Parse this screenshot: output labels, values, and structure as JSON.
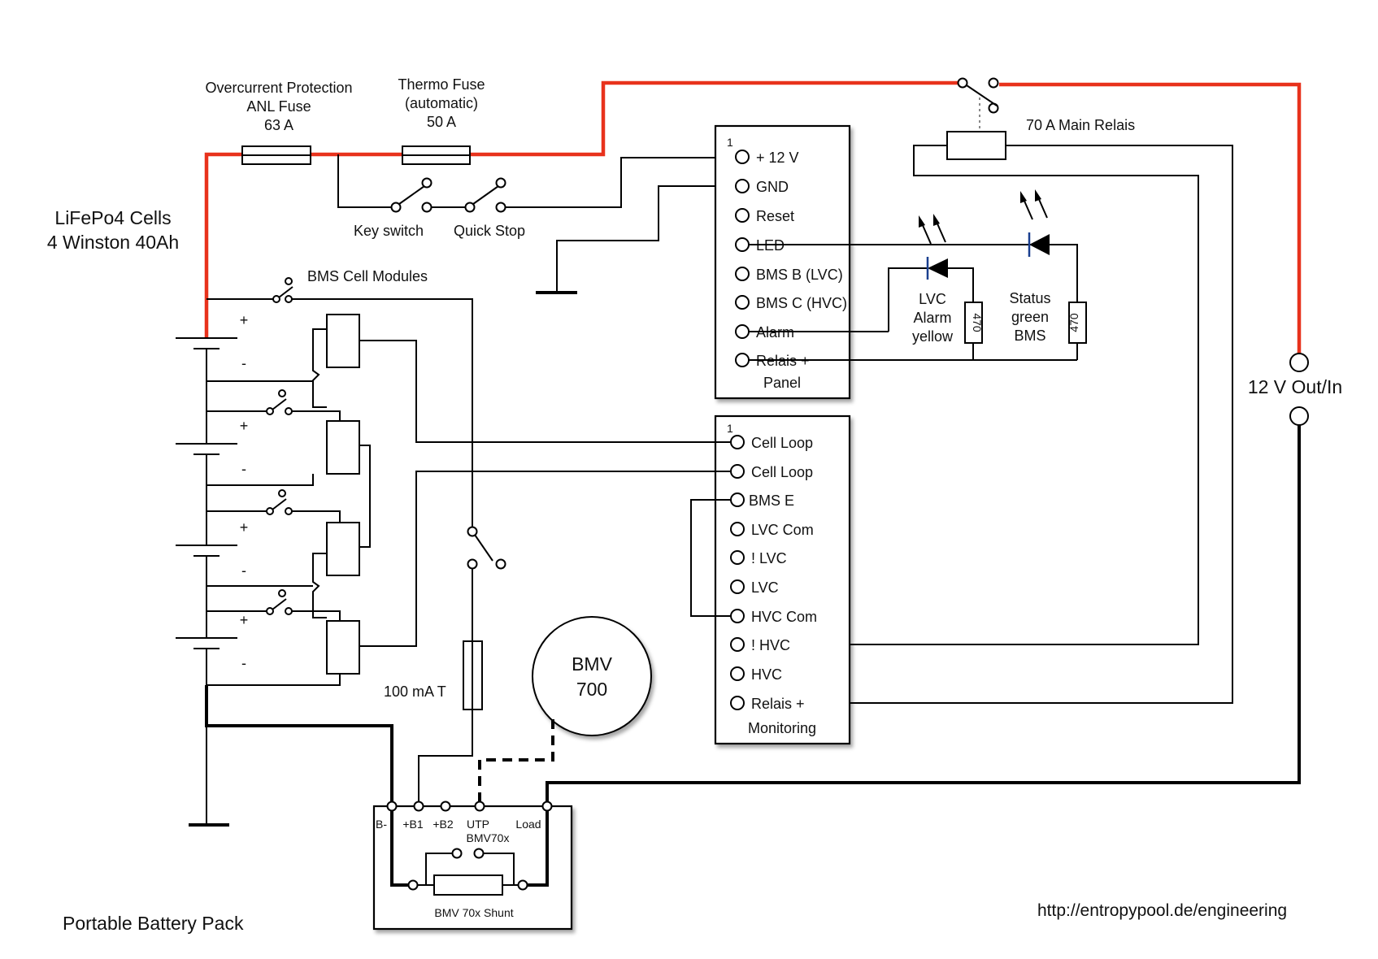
{
  "labels": {
    "battery_title_1": "LiFePo4 Cells",
    "battery_title_2": "4 Winston 40Ah",
    "anl_1": "Overcurrent Protection",
    "anl_2": "ANL Fuse",
    "anl_3": "63 A",
    "thermo_1": "Thermo Fuse",
    "thermo_2": "(automatic)",
    "thermo_3": "50 A",
    "key_switch": "Key switch",
    "quick_stop": "Quick Stop",
    "main_relais": "70 A Main Relais",
    "bms_cells": "BMS Cell Modules",
    "fuse_100ma": "100 mA T",
    "bmv_1": "BMV",
    "bmv_2": "700",
    "output": "12 V Out/In",
    "footer_left": "Portable Battery Pack",
    "footer_url": "http://entropypool.de/engineering",
    "lvc_led_1": "LVC",
    "lvc_led_2": "Alarm",
    "lvc_led_3": "yellow",
    "status_led_1": "Status",
    "status_led_2": "green",
    "status_led_3": "BMS",
    "resistor_value": "470",
    "plus": "+",
    "minus": "-"
  },
  "panel": {
    "pin_one": "1",
    "title": "Panel",
    "terminals": [
      "+ 12 V",
      "GND",
      "Reset",
      "LED",
      "BMS B (LVC)",
      "BMS C (HVC)",
      "Alarm",
      "Relais +"
    ]
  },
  "monitoring": {
    "pin_one": "1",
    "title": "Monitoring",
    "terminals": [
      "Cell Loop",
      "Cell Loop",
      "BMS E",
      "LVC Com",
      "! LVC",
      "LVC",
      "HVC Com",
      "! HVC",
      "HVC",
      "Relais +"
    ]
  },
  "shunt": {
    "title": "BMV 70x Shunt",
    "terminals": [
      "B-",
      "+B1",
      "+B2",
      "UTP",
      "Load"
    ],
    "utp_sub": "BMV70x"
  },
  "colors": {
    "positive_wire": "#e8321c",
    "wire": "#000000",
    "background": "#ffffff"
  }
}
